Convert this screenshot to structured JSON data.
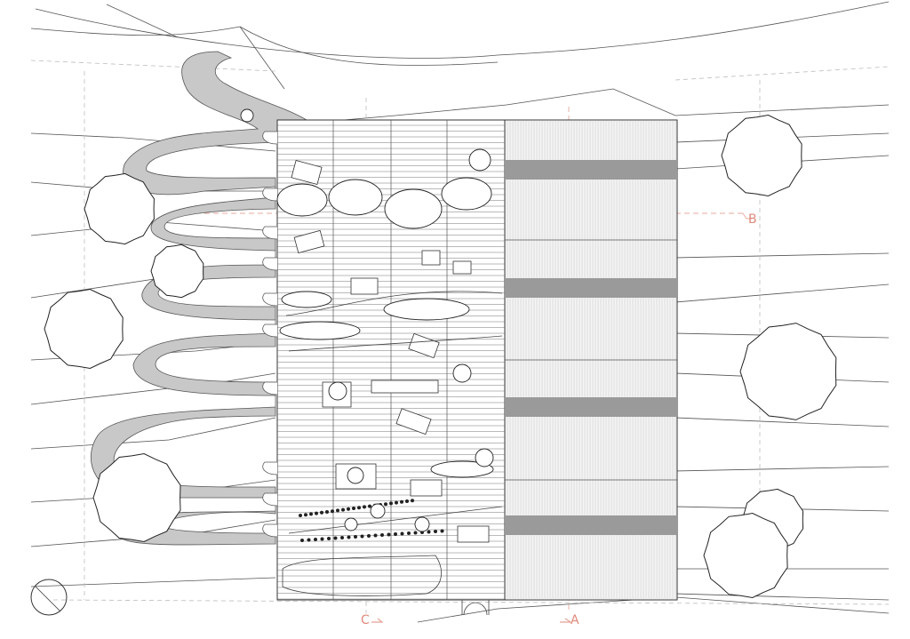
{
  "section_markers": {
    "b": "B",
    "c": "C",
    "a": "A"
  }
}
